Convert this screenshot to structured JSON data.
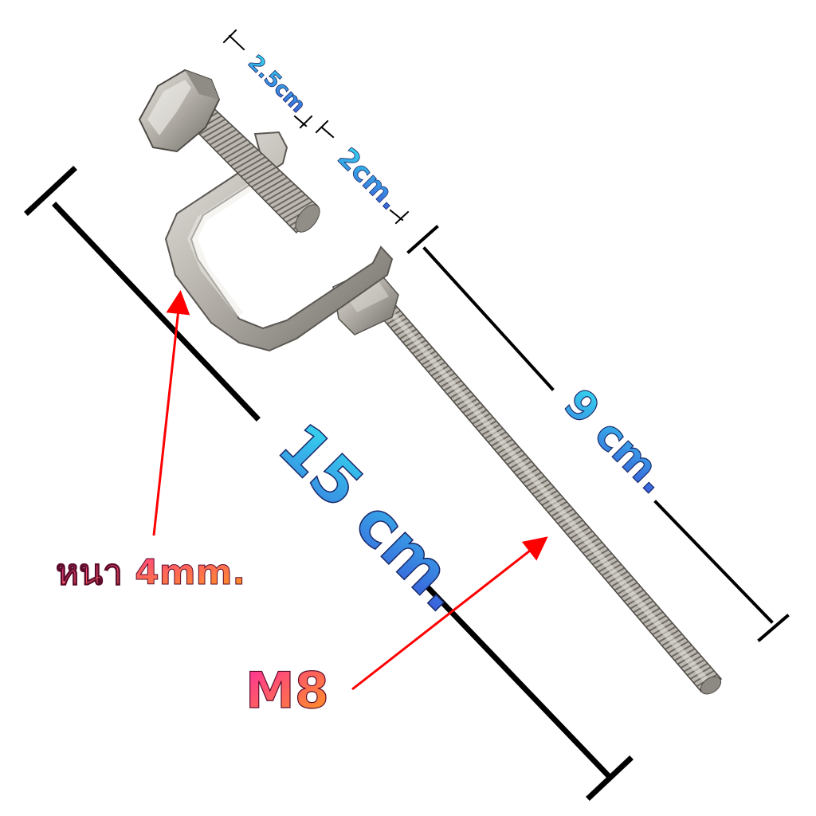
{
  "product": {
    "name": "stainless steel C-clamp with M8 threaded rod",
    "material_color": "#b9b5ae"
  },
  "dimensions": {
    "head_width": "2.5cm",
    "clamp_gap": "2cm.",
    "thread_length": "9 cm.",
    "overall_length": "15 cm.",
    "thickness_label": "หนา 4mm.",
    "thread_size": "M8"
  },
  "colors": {
    "dimension_text_cyan": "#1ec8e8",
    "dimension_text_blue": "#3a4fd8",
    "callout_pink": "#ff2a8a",
    "callout_orange": "#ff8a1a",
    "arrow_red": "#ff0000",
    "dimension_line": "#000000"
  }
}
